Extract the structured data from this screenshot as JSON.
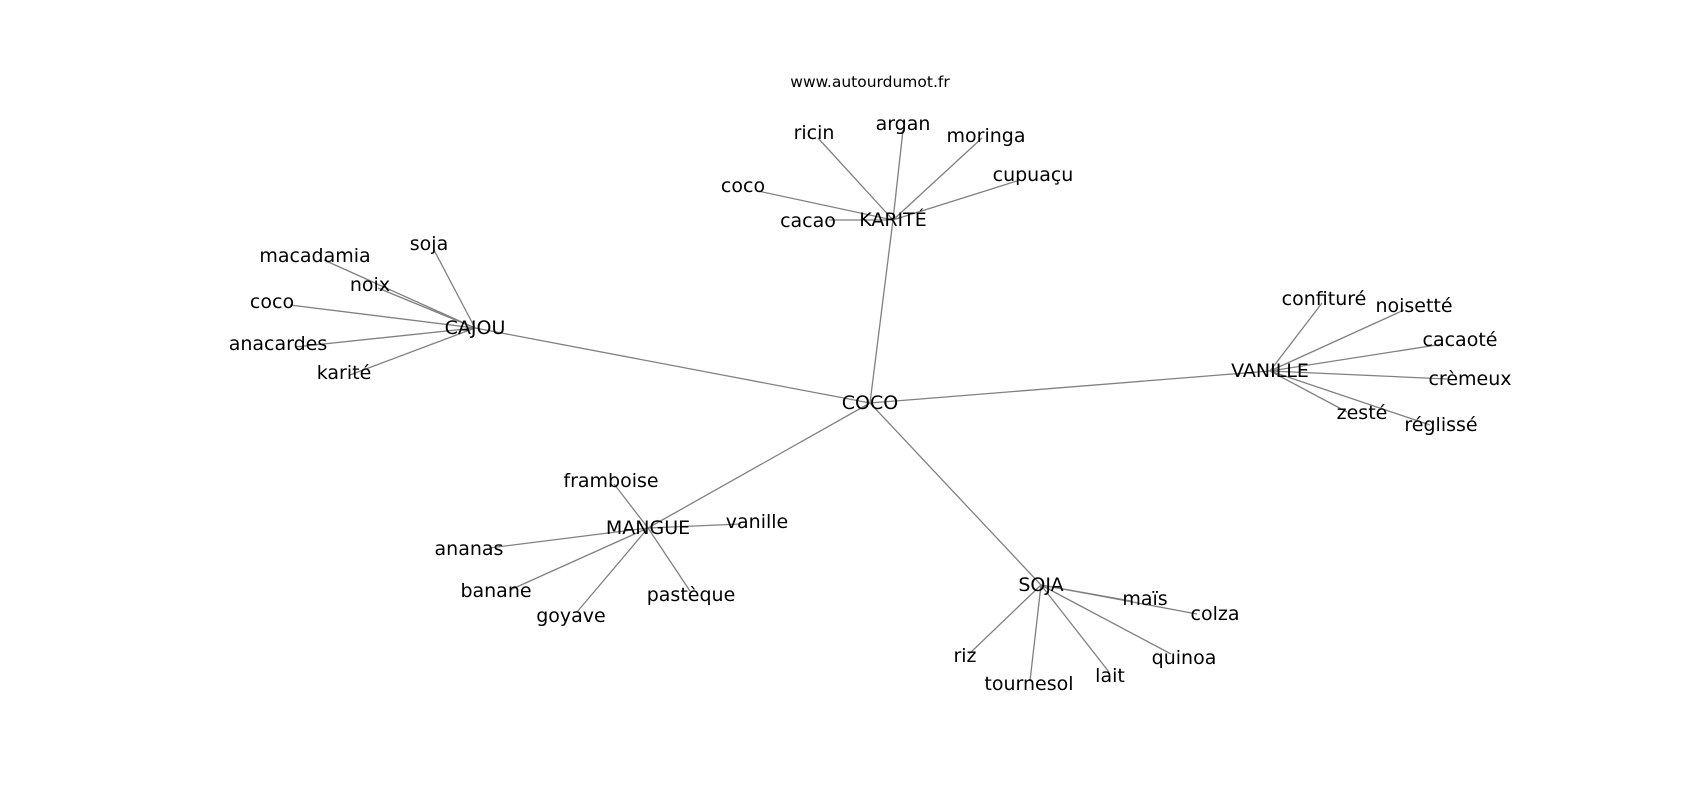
{
  "source": "www.autourdumot.fr",
  "root": "COCO",
  "groups": [
    {
      "hub": "KARITÉ",
      "children": [
        "ricin",
        "argan",
        "moringa",
        "cupuaçu",
        "coco",
        "cacao"
      ]
    },
    {
      "hub": "CAJOU",
      "children": [
        "soja",
        "macadamia",
        "noix",
        "coco",
        "anacardes",
        "karité"
      ]
    },
    {
      "hub": "VANILLE",
      "children": [
        "confituré",
        "noisetté",
        "cacaoté",
        "crèmeux",
        "zesté",
        "réglissé"
      ]
    },
    {
      "hub": "MANGUE",
      "children": [
        "framboise",
        "vanille",
        "ananas",
        "banane",
        "goyave",
        "pastèque"
      ]
    },
    {
      "hub": "SOJA",
      "children": [
        "maïs",
        "colza",
        "quinoa",
        "lait",
        "tournesol",
        "riz"
      ]
    }
  ]
}
